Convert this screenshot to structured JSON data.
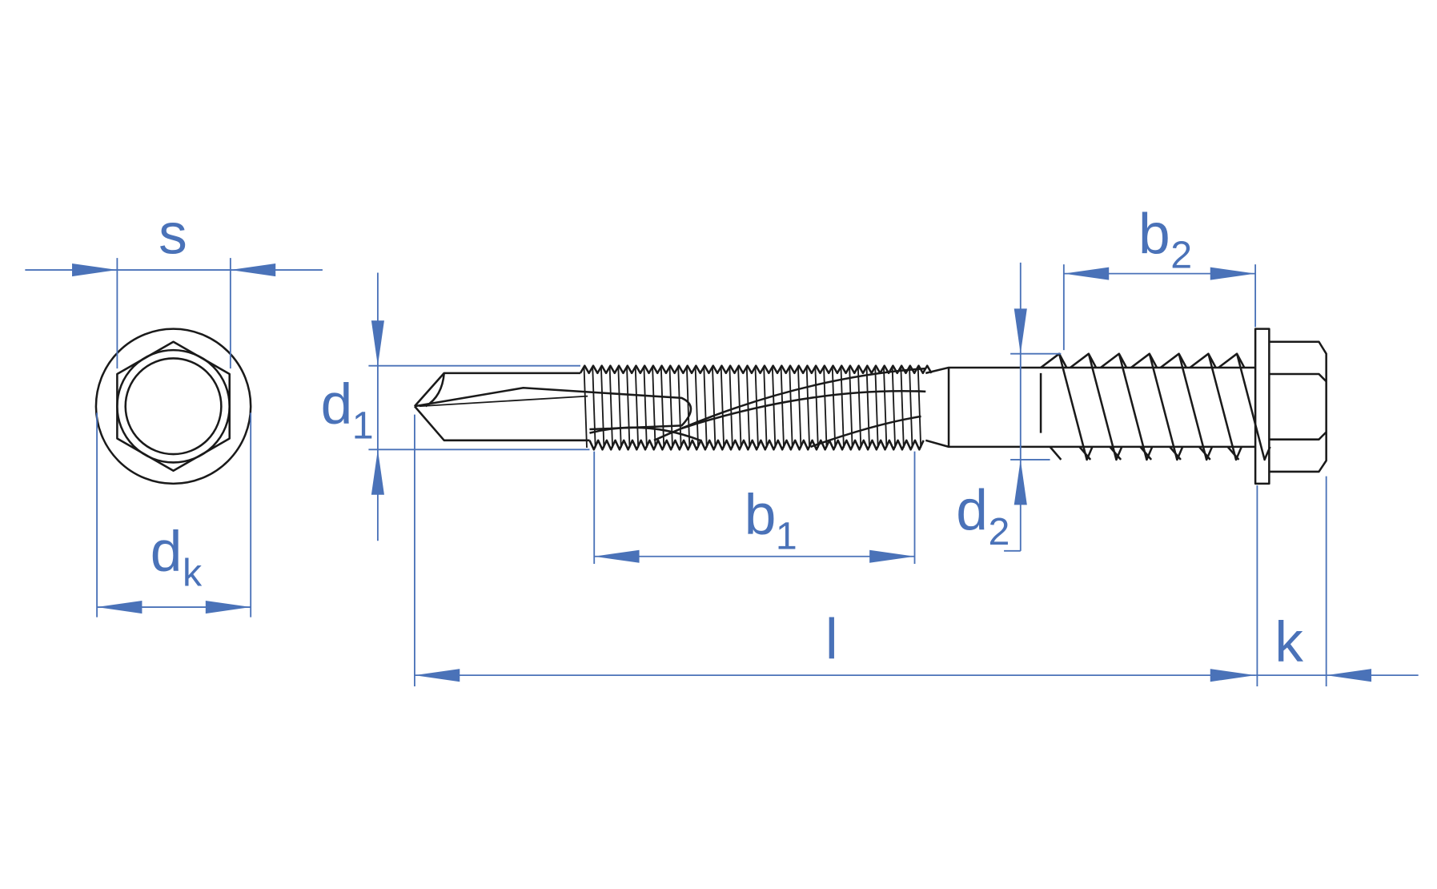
{
  "labels": {
    "s": "s",
    "dk_main": "d",
    "dk_sub": "k",
    "d1_main": "d",
    "d1_sub": "1",
    "b1_main": "b",
    "b1_sub": "1",
    "d2_main": "d",
    "d2_sub": "2",
    "b2_main": "b",
    "b2_sub": "2",
    "l": "l",
    "k": "k"
  },
  "colors": {
    "dimension": "#4a72b8",
    "outline": "#1a1a1a"
  }
}
